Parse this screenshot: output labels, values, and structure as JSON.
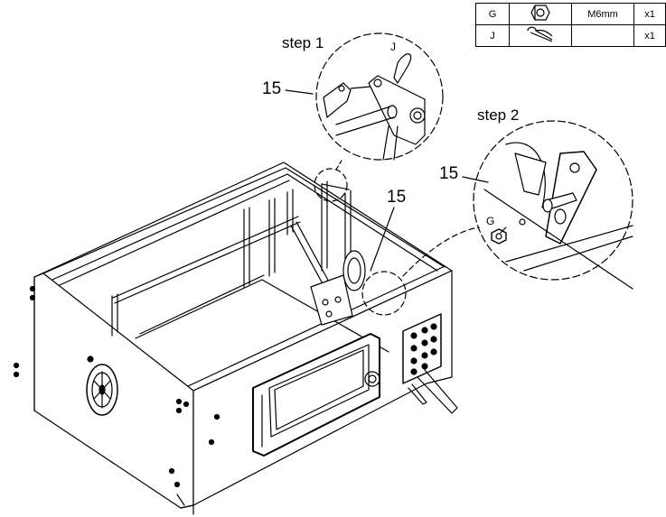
{
  "parts": [
    {
      "letter": "G",
      "icon": "hex-nut-icon",
      "size": "M6mm",
      "qty": "x1"
    },
    {
      "letter": "J",
      "icon": "r-clip-pin-icon",
      "size": "",
      "qty": "x1"
    }
  ],
  "callouts": {
    "step1": "step 1",
    "step2": "step 2",
    "part_15_a": "15",
    "part_15_b": "15",
    "part_15_c": "15",
    "pin_letter": "J",
    "nut_letter": "G"
  }
}
